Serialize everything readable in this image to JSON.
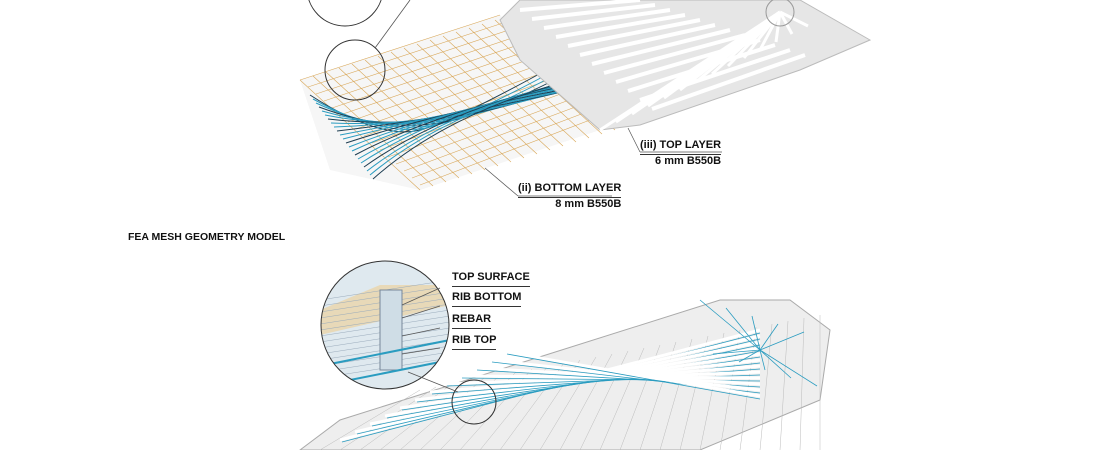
{
  "rebar_diagram": {
    "top_layer": {
      "title": "(iii) TOP LAYER",
      "spec": "6 mm B550B"
    },
    "bottom_layer": {
      "title": "(ii) BOTTOM LAYER",
      "spec": "8 mm B550B"
    }
  },
  "fea_section": {
    "heading": "FEA MESH GEOMETRY MODEL",
    "labels": [
      "TOP SURFACE",
      "RIB BOTTOM",
      "REBAR",
      "RIB TOP"
    ]
  },
  "colors": {
    "rebar_blue": "#2a9cc0",
    "rebar_dark": "#1d3e52",
    "grid_orange": "#d9a85a",
    "slab_grey": "#e6e6e6"
  }
}
